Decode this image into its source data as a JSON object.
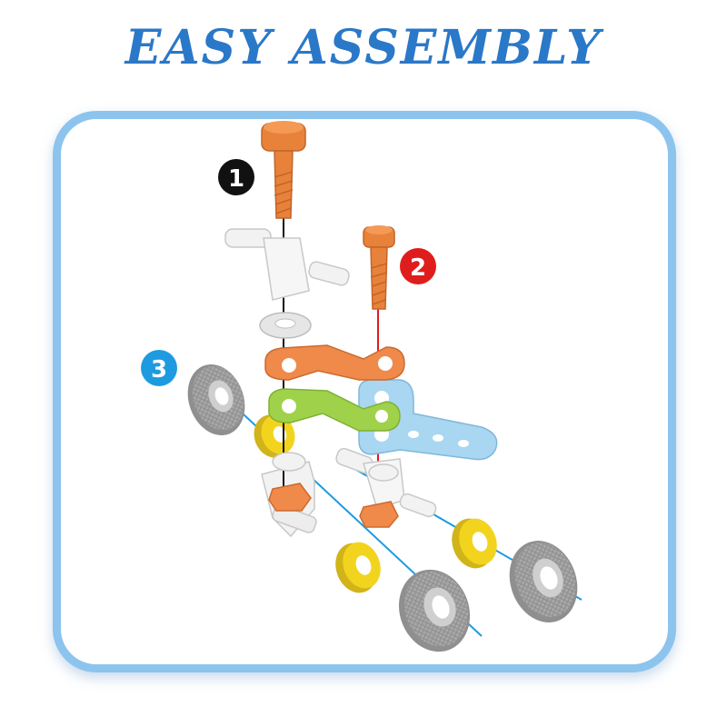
{
  "title": "EASY  ASSEMBLY",
  "steps": [
    {
      "label": "1",
      "color": "#111111"
    },
    {
      "label": "2",
      "color": "#e01d1d"
    },
    {
      "label": "3",
      "color": "#1e9be0"
    }
  ],
  "colors": {
    "title": "#2a78c8",
    "frame": "#8cc4ee",
    "screw": "#e8823a",
    "orange_plate": "#ef8a4a",
    "green_plate": "#9fd24a",
    "blue_plate": "#a9d6f0",
    "wheel_hub": "#f2d41e",
    "tire": "#a6a6a6",
    "axle": "#1e9be0"
  }
}
